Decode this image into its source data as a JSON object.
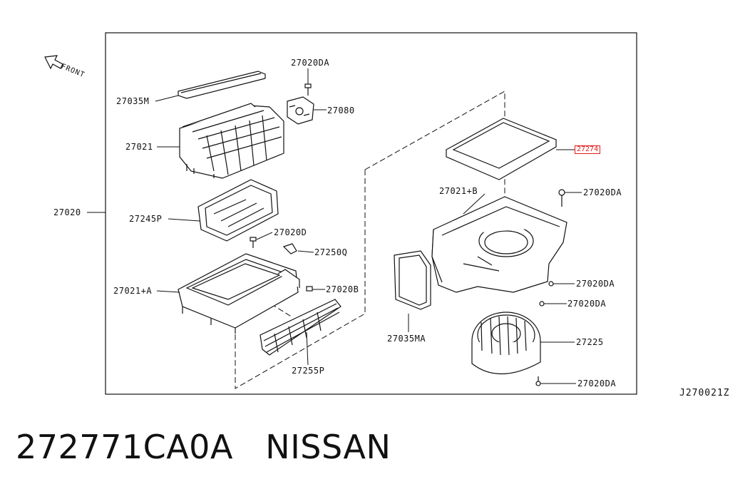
{
  "front_label": "FRONT",
  "diagram_code": "J270021Z",
  "caption": {
    "part_number": "272771CA0A",
    "brand": "NISSAN"
  },
  "part_labels": {
    "l_27020DA_top": "27020DA",
    "l_27035M": "27035M",
    "l_27080": "27080",
    "l_27021": "27021",
    "l_27020": "27020",
    "l_27245P": "27245P",
    "l_27020D": "27020D",
    "l_27250Q": "27250Q",
    "l_27021A": "27021+A",
    "l_27020B": "27020B",
    "l_27255P": "27255P",
    "l_27274": "27274",
    "l_27021B": "27021+B",
    "l_27020DA_r1": "27020DA",
    "l_27020DA_r2": "27020DA",
    "l_27020DA_r3": "27020DA",
    "l_27035MA": "27035MA",
    "l_27225": "27225",
    "l_27020DA_r4": "27020DA"
  },
  "colors": {
    "highlight": "#e0201b",
    "line": "#111111",
    "background": "#ffffff"
  }
}
